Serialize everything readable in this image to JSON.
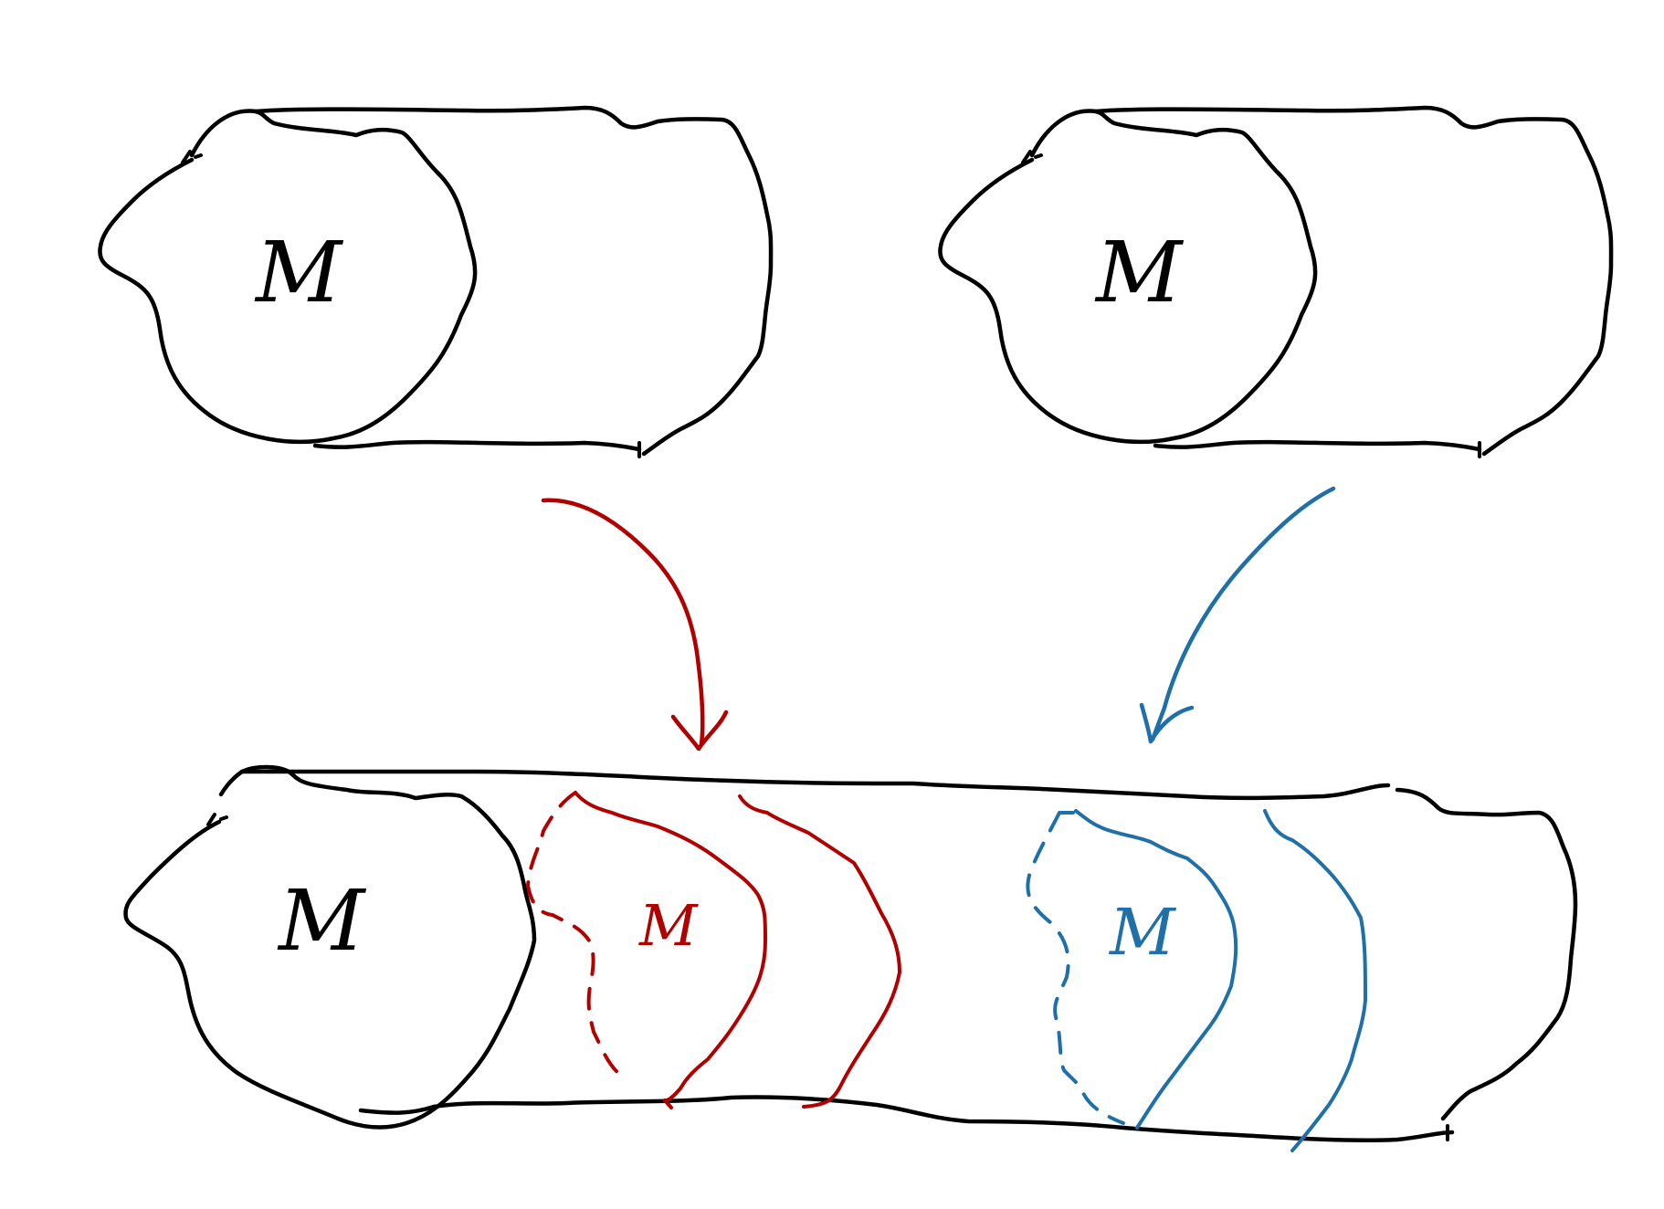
{
  "diagram": {
    "labels": {
      "top_left": "M",
      "top_right": "M",
      "bottom_left": "M",
      "bottom_red": "M",
      "bottom_blue": "M"
    },
    "colors": {
      "ink": "#000000",
      "red": "#b00000",
      "blue": "#1f6fa8",
      "background": "#ffffff"
    }
  }
}
